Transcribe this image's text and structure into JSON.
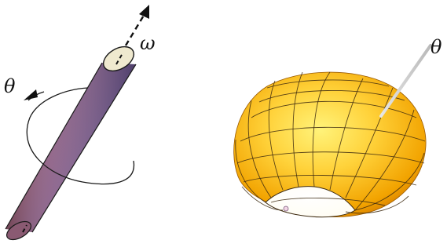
{
  "left_panel": {
    "axis_label": "ω",
    "rotation_label": "θ"
  },
  "right_panel": {
    "pointer_label": "θ"
  },
  "colors": {
    "background": "#ffffff",
    "cylinder_dark": "#6a4f8f",
    "cylinder_mid": "#8b5a7e",
    "cylinder_warm": "#b25b55",
    "cap_fill": "#efe9cf",
    "torus_inner": "#ffd23a",
    "torus_outer": "#e88a00",
    "mesh_line": "#3d2a10",
    "pointer": "#c8c8c8",
    "ink": "#111111"
  }
}
